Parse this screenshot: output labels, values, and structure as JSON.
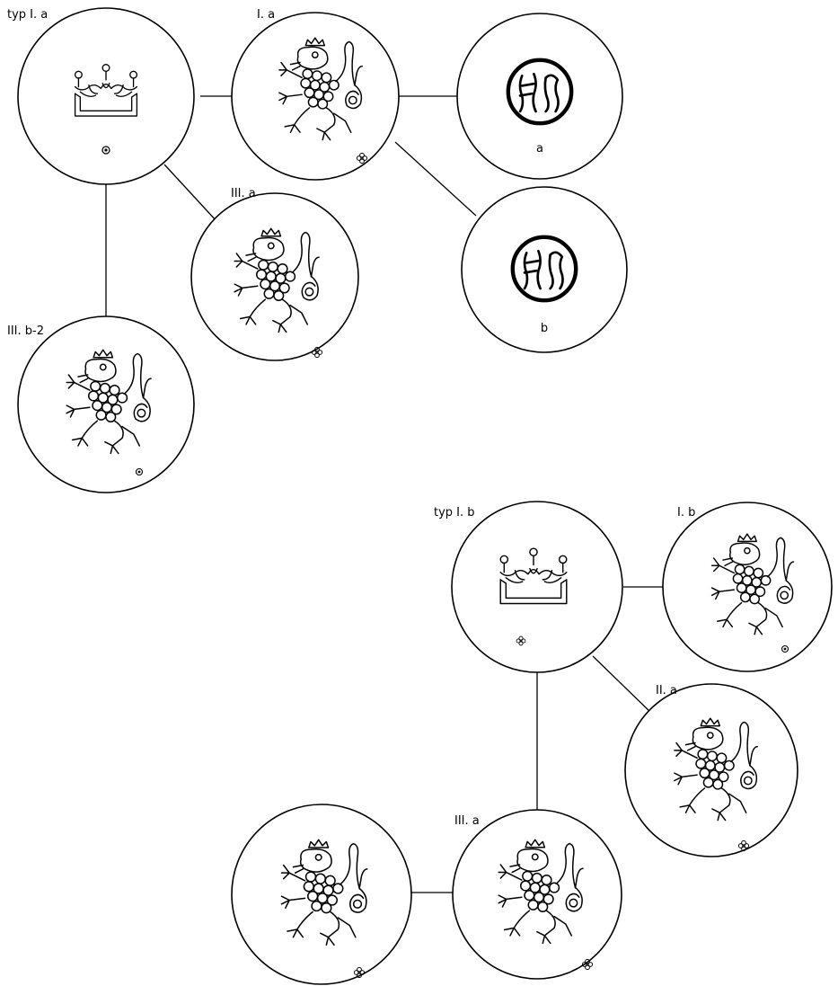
{
  "labels": {
    "typ_1a": "typ I. a",
    "i_a": "I. a",
    "seal_a": "a",
    "seal_b": "b",
    "iii_a_top": "III. a",
    "iii_b2": "III. b-2",
    "typ_1b": "typ I. b",
    "i_b": "I. b",
    "ii_a": "II. a",
    "iii_a_bottom": "III. a"
  },
  "icons": {
    "crown": "crown-icon",
    "lion": "bohemian-lion-icon",
    "seal": "monogram-seal-icon",
    "rosette": "rosette-mark-icon",
    "ring": "ring-mark-icon"
  }
}
